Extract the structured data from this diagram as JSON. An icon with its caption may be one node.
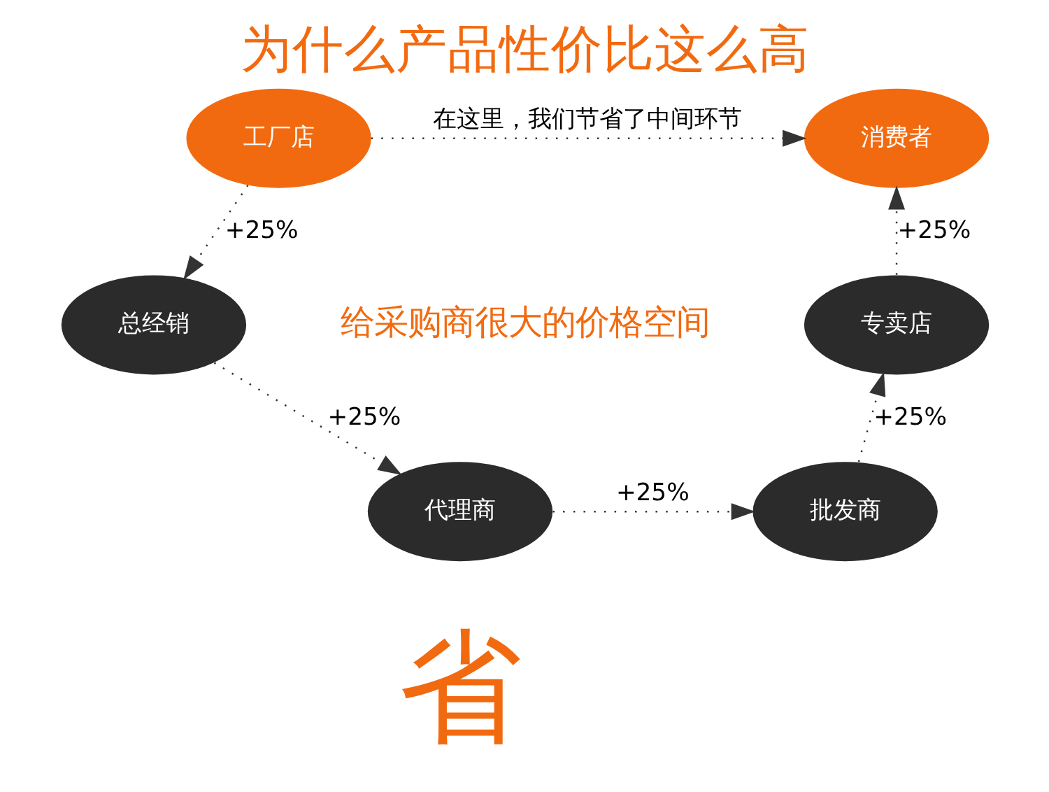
{
  "diagram": {
    "title": "为什么产品性价比这么高",
    "nodes": [
      {
        "text": [
          "工厂店"
        ]
      },
      {
        "text": [
          "总经销"
        ]
      },
      {
        "text": [
          "代理商"
        ]
      },
      {
        "text": [
          "批发商"
        ]
      },
      {
        "text": [
          "专卖店"
        ]
      },
      {
        "text": [
          "消费者"
        ]
      }
    ],
    "edges": [
      {
        "from": 0,
        "to": 1,
        "arrow": "to",
        "label": "+25%"
      },
      {
        "from": 1,
        "to": 2,
        "arrow": "to",
        "label": "+25%"
      },
      {
        "from": 2,
        "to": 3,
        "arrow": "to",
        "label": "+25%"
      },
      {
        "from": 3,
        "to": 4,
        "arrow": "to",
        "label": "+25%"
      },
      {
        "from": 4,
        "to": 5,
        "arrow": "to",
        "label": "+25%"
      },
      {
        "from": 0,
        "to": 5,
        "arrow": "to",
        "label": "在这里，我们节省了中间环节"
      }
    ],
    "labels": [
      "省",
      "给采购商很大的价格空间"
    ]
  }
}
